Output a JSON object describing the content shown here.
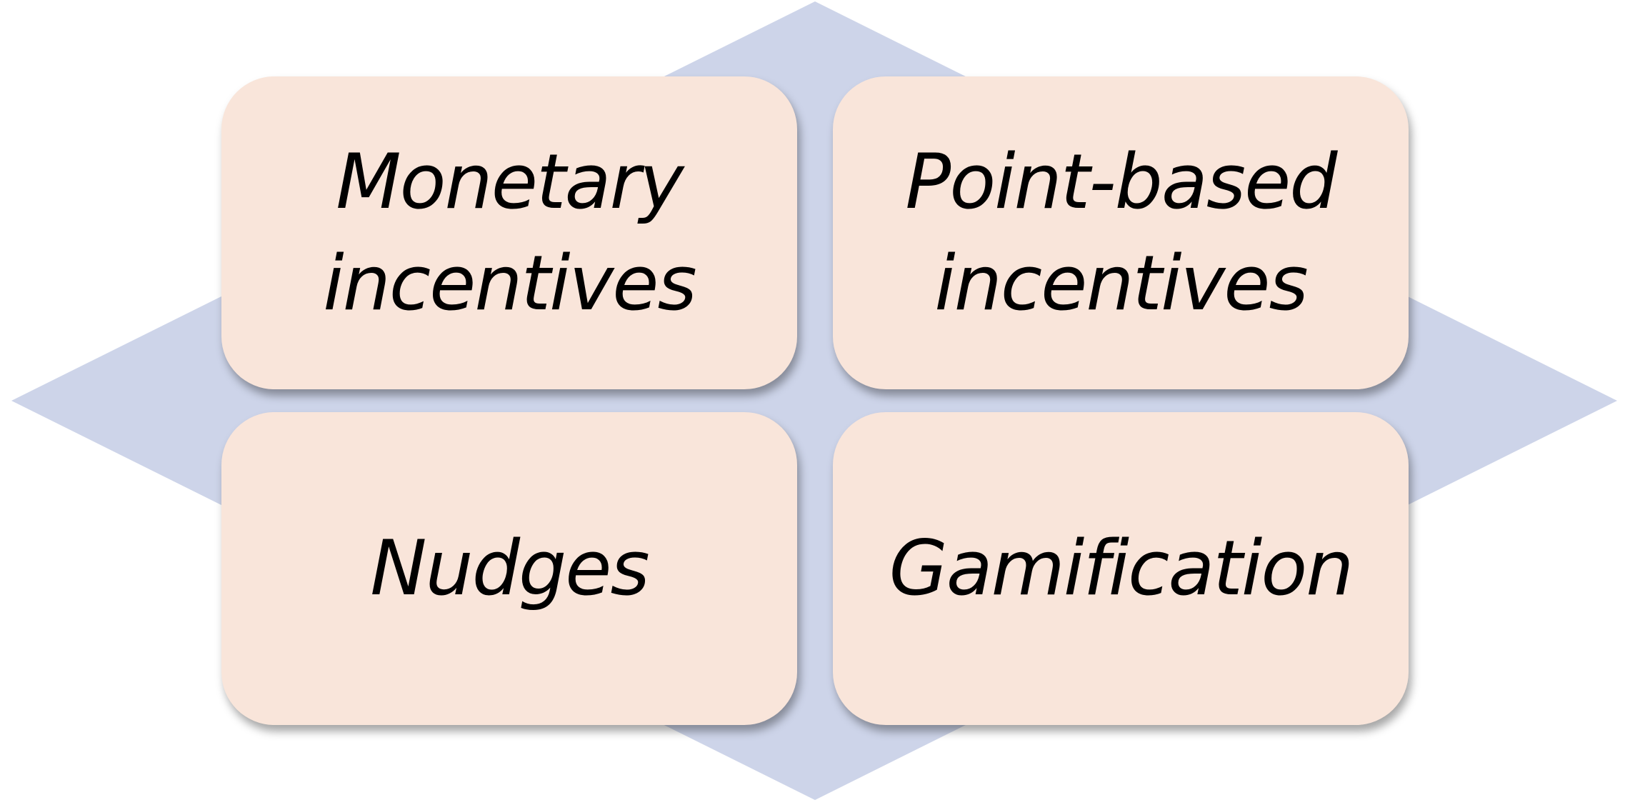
{
  "colors": {
    "diamond": "#CDD4E9",
    "tile": "#F9E5DA",
    "text": "#000000"
  },
  "tiles": [
    {
      "label": "Monetary\nincentives"
    },
    {
      "label": "Point-based\nincentives"
    },
    {
      "label": "Nudges"
    },
    {
      "label": "Gamification"
    }
  ]
}
